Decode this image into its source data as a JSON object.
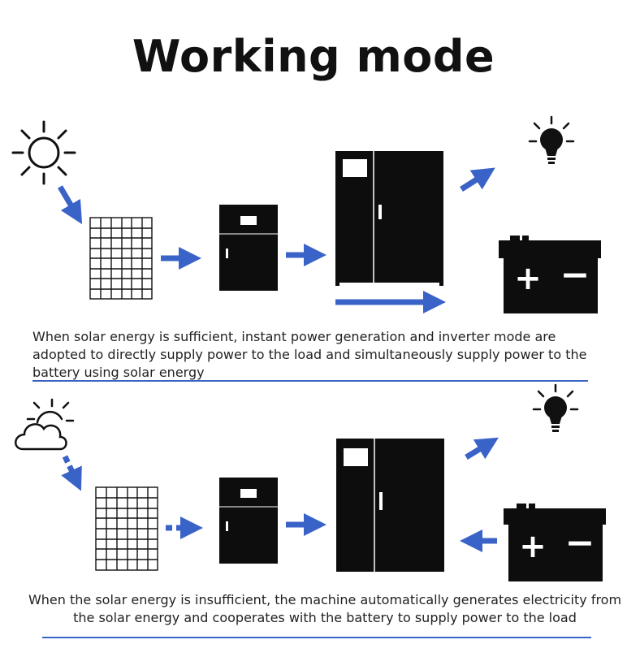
{
  "title": "Working mode",
  "captions": {
    "sufficient": "When solar energy is sufficient, instant power generation and inverter mode are adopted to directly supply power to the load and simultaneously supply power to the battery using solar energy",
    "insufficient": "When the solar energy is insufficient, the machine automatically generates electricity from the solar energy and cooperates with the battery to supply power to the load"
  },
  "colors": {
    "arrow": "#3a63c8",
    "rule": "#3a63c8",
    "device": "#0d0d0d"
  },
  "icons": {
    "sun": "sun-icon",
    "cloud_sun": "cloud-sun-icon",
    "bulb": "light-bulb-icon",
    "battery": "battery-icon",
    "panel": "solar-panel-icon",
    "controller": "charge-controller-icon",
    "inverter": "inverter-cabinet-icon"
  },
  "battery_symbols": {
    "plus": "+",
    "minus": "−"
  }
}
